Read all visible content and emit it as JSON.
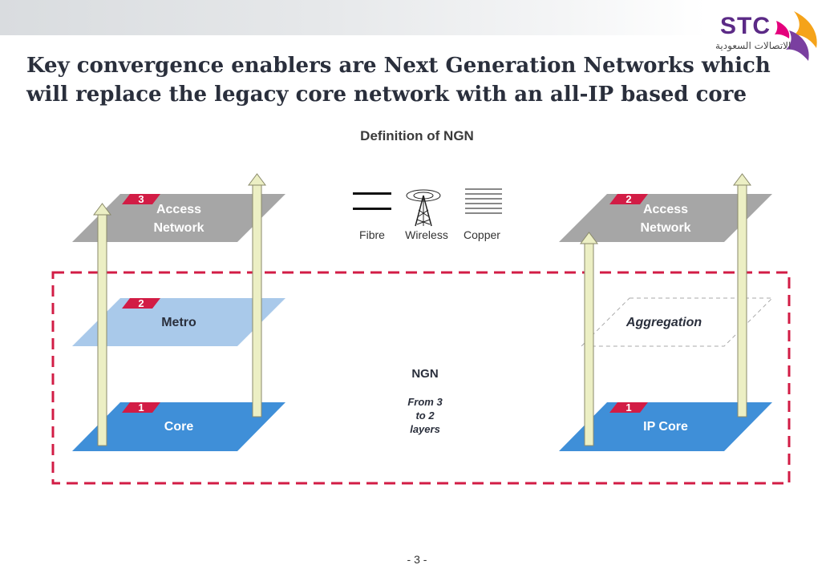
{
  "slide": {
    "title_lines": [
      "Key convergence enablers are Next Generation Networks which",
      "will replace the legacy core network with an all-IP based core"
    ],
    "subtitle": "Definition of NGN",
    "page_number": "- 3 -"
  },
  "logo": {
    "text": "STC",
    "arabic_text": "الاتصالات السعودية"
  },
  "legend": {
    "fibre": "Fibre",
    "wireless": "Wireless",
    "copper": "Copper"
  },
  "left_stack": {
    "access": {
      "number": "3",
      "label_line1": "Access",
      "label_line2": "Network"
    },
    "metro": {
      "number": "2",
      "label": "Metro"
    },
    "core": {
      "number": "1",
      "label": "Core"
    }
  },
  "right_stack": {
    "access": {
      "number": "2",
      "label_line1": "Access",
      "label_line2": "Network"
    },
    "aggregation": {
      "label": "Aggregation"
    },
    "core": {
      "number": "1",
      "label": "IP Core"
    }
  },
  "ngn_box": {
    "label": "NGN",
    "note_lines": [
      "From 3",
      "to 2",
      "layers"
    ]
  },
  "colors": {
    "access_plane": "#a6a6a6",
    "metro_plane": "#a9c9ea",
    "core_plane": "#3f8fd8",
    "badge": "#d21c45",
    "ngn_border": "#d21c45",
    "pillar": "#ecefc4"
  }
}
